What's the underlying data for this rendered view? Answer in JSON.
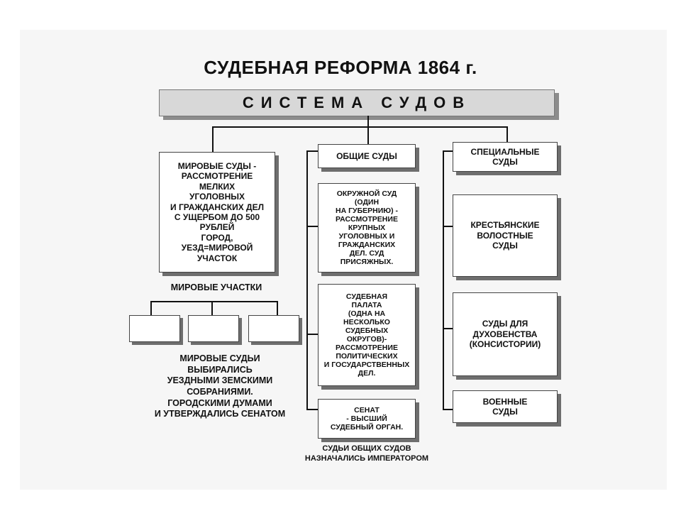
{
  "title": "СУДЕБНАЯ РЕФОРМА 1864 г.",
  "banner": "СИСТЕМА СУДОВ",
  "left": {
    "magistrate_box": "МИРОВЫЕ СУДЫ -\nРАССМОТРЕНИЕ\nМЕЛКИХ\nУГОЛОВНЫХ\nИ ГРАЖДАНСКИХ ДЕЛ\nС УЩЕРБОМ ДО 500\nРУБЛЕЙ\nГОРОД,\nУЕЗД=МИРОВОЙ\nУЧАСТОК",
    "districts_label": "МИРОВЫЕ УЧАСТКИ",
    "election_note": "МИРОВЫЕ СУДЬИ\nВЫБИРАЛИСЬ\nУЕЗДНЫМИ ЗЕМСКИМИ\nСОБРАНИЯМИ.\nГОРОДСКИМИ ДУМАМИ\nИ УТВЕРЖДАЛИСЬ СЕНАТОМ"
  },
  "middle": {
    "general_courts": "ОБЩИЕ СУДЫ",
    "district_court": "ОКРУЖНОЙ СУД\n(ОДИН\nНА ГУБЕРНИЮ) -\nРАССМОТРЕНИЕ\nКРУПНЫХ\nУГОЛОВНЫХ И\nГРАЖДАНСКИХ\nДЕЛ. СУД\nПРИСЯЖНЫХ.",
    "judicial_chamber": "СУДЕБНАЯ\nПАЛАТА\n(ОДНА НА\nНЕСКОЛЬКО\nСУДЕБНЫХ\nОКРУГОВ)-\nРАССМОТРЕНИЕ\nПОЛИТИЧЕСКИХ\nИ ГОСУДАРСТВЕННЫХ\nДЕЛ.",
    "senate": "СЕНАТ\n- ВЫСШИЙ\nСУДЕБНЫЙ ОРГАН.",
    "appointment_note": "СУДЬИ ОБЩИХ СУДОВ\nНАЗНАЧАЛИСЬ ИМПЕРАТОРОМ"
  },
  "right": {
    "special_courts": "СПЕЦИАЛЬНЫЕ\nСУДЫ",
    "peasant_courts": "КРЕСТЬЯНСКИЕ\nВОЛОСТНЫЕ\nСУДЫ",
    "clergy_courts": "СУДЫ ДЛЯ\nДУХОВЕНСТВА\n(КОНСИСТОРИИ)",
    "military_courts": "ВОЕННЫЕ\nСУДЫ"
  }
}
